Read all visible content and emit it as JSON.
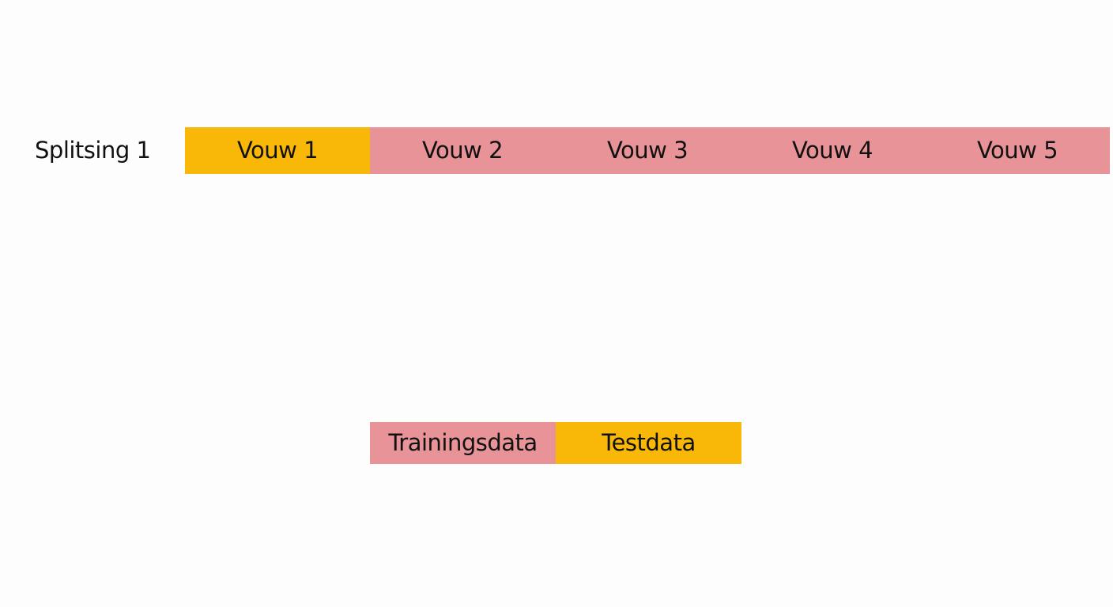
{
  "colors": {
    "train": "#e89397",
    "test": "#f9b808"
  },
  "rows": [
    {
      "label": "Splitsing 1",
      "folds": [
        {
          "label": "Vouw 1",
          "role": "test"
        },
        {
          "label": "Vouw 2",
          "role": "train"
        },
        {
          "label": "Vouw 3",
          "role": "train"
        },
        {
          "label": "Vouw 4",
          "role": "train"
        },
        {
          "label": "Vouw 5",
          "role": "train"
        }
      ]
    }
  ],
  "legend": {
    "train_label": "Trainingsdata",
    "test_label": "Testdata"
  }
}
